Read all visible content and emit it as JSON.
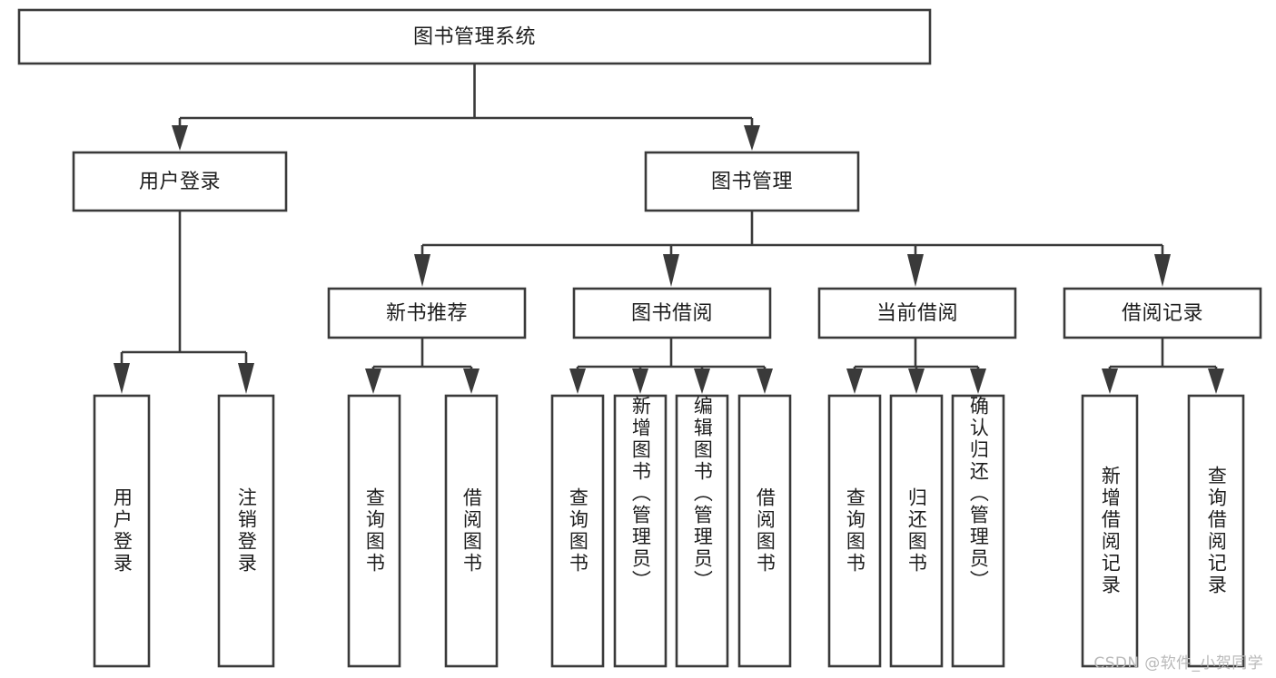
{
  "diagram": {
    "type": "tree-hierarchy-chart",
    "title": "图书管理系统",
    "orientation": "top-down",
    "watermark": "CSDN @软件_小贺同学",
    "colors": {
      "background": "#ffffff",
      "box_stroke": "#3a3a3a",
      "box_fill": "#ffffff",
      "text": "#1d1d1d",
      "watermark": "#b9b9b9"
    },
    "levels": {
      "root": {
        "label": "图书管理系统"
      },
      "level2": [
        {
          "label": "用户登录"
        },
        {
          "label": "图书管理"
        }
      ],
      "level3": [
        {
          "label": "新书推荐"
        },
        {
          "label": "图书借阅"
        },
        {
          "label": "当前借阅"
        },
        {
          "label": "借阅记录"
        }
      ],
      "level4": [
        {
          "label": "用户登录",
          "parent": "用户登录"
        },
        {
          "label": "注销登录",
          "parent": "用户登录"
        },
        {
          "label": "查询图书",
          "parent": "新书推荐"
        },
        {
          "label": "借阅图书",
          "parent": "新书推荐"
        },
        {
          "label": "查询图书",
          "parent": "图书借阅"
        },
        {
          "label": "新增图书（管理员）",
          "parent": "图书借阅"
        },
        {
          "label": "编辑图书（管理员）",
          "parent": "图书借阅"
        },
        {
          "label": "借阅图书",
          "parent": "图书借阅"
        },
        {
          "label": "查询图书",
          "parent": "当前借阅"
        },
        {
          "label": "归还图书",
          "parent": "当前借阅"
        },
        {
          "label": "确认归还（管理员）",
          "parent": "当前借阅"
        },
        {
          "label": "新增借阅记录",
          "parent": "借阅记录"
        },
        {
          "label": "查询借阅记录",
          "parent": "借阅记录"
        }
      ]
    }
  }
}
